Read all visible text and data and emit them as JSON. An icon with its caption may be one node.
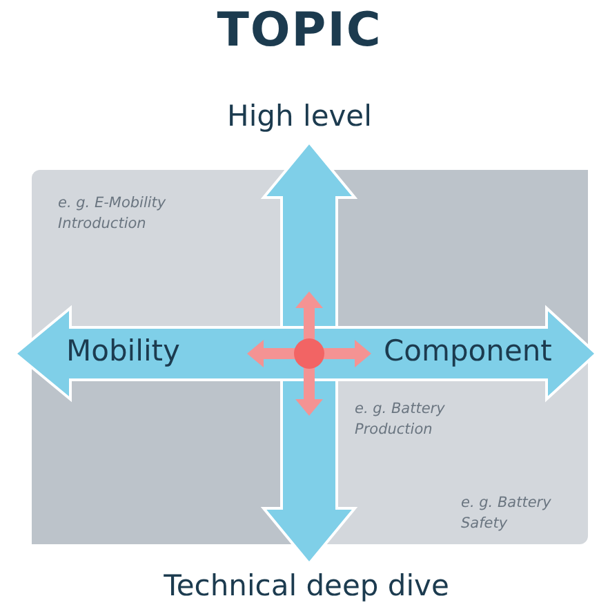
{
  "diagram": {
    "title": "TOPIC",
    "labels": [
      "High level",
      "e. g. E-Mobility Introduction",
      "Mobility",
      "Component",
      "e. g. Battery Production",
      "e. g. Battery Safety",
      "Technical deep dive"
    ]
  }
}
